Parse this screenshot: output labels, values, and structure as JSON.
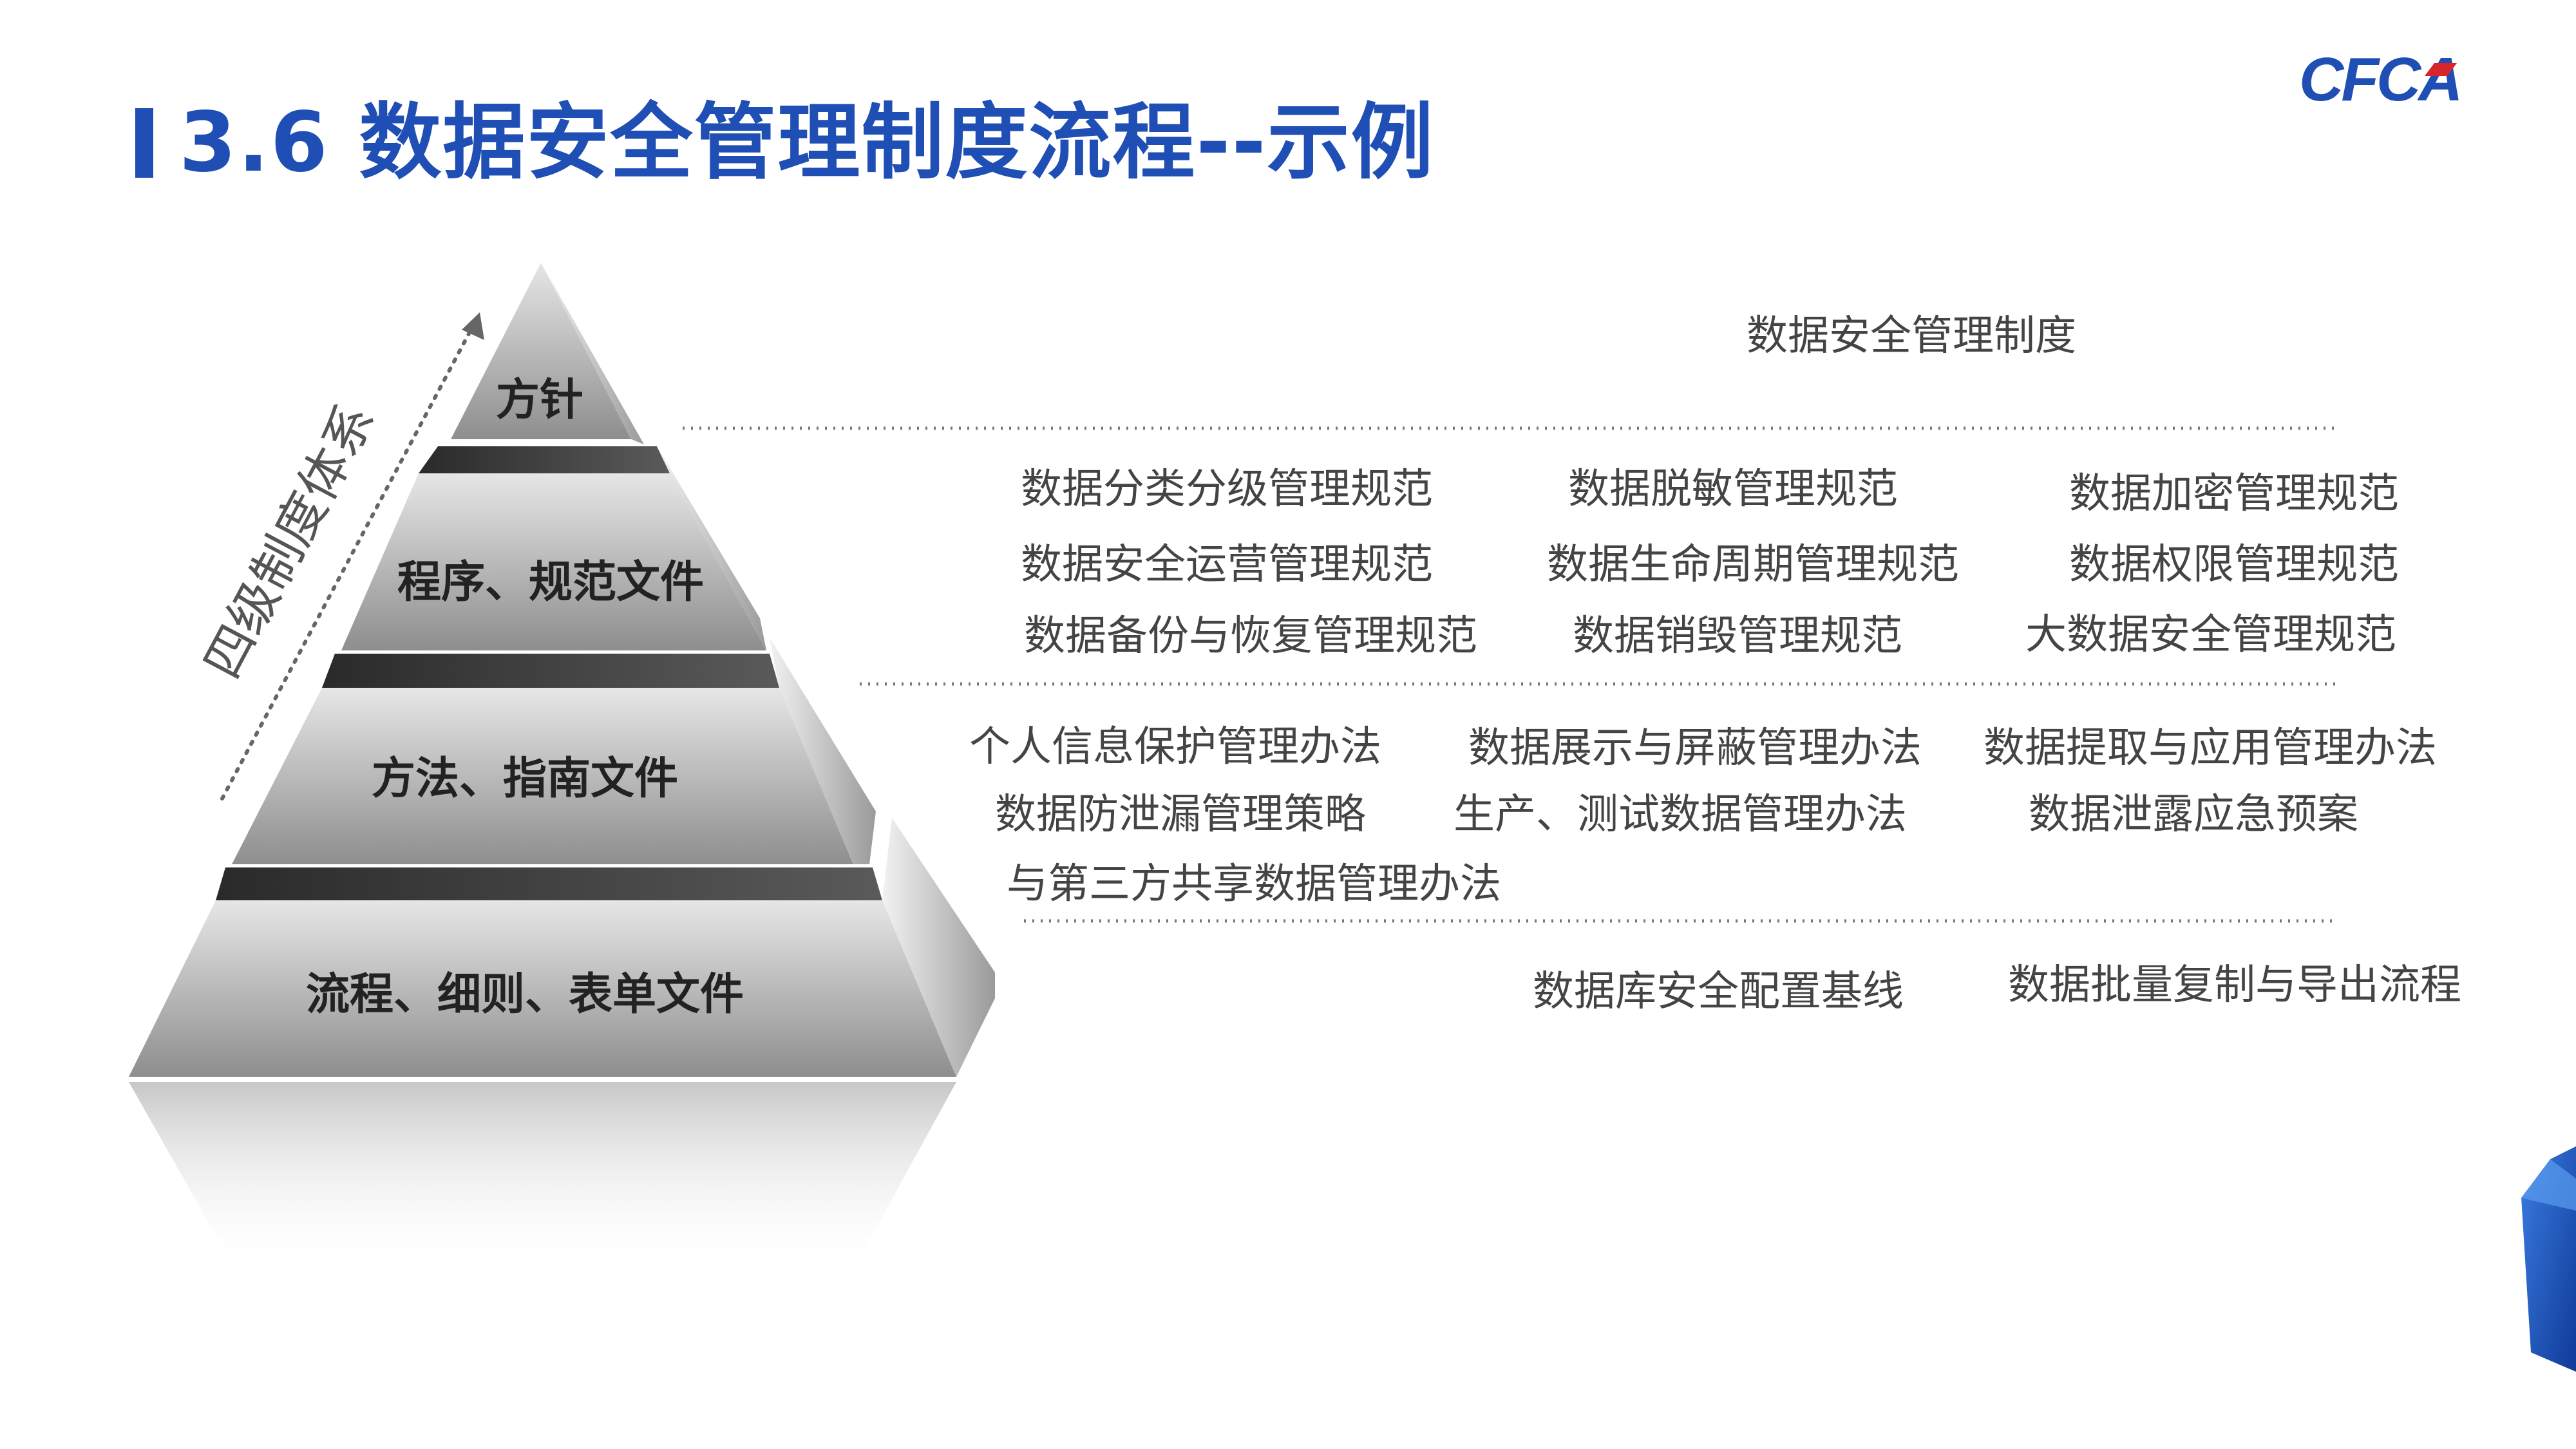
{
  "title": "3.6 数据安全管理制度流程--示例",
  "brand": {
    "logo_text": "CFCA",
    "accent": "#1f4fb5",
    "logo_red": "#d7262b"
  },
  "pyramid": {
    "axis_label": "四级制度体系",
    "levels": [
      {
        "label": "方针"
      },
      {
        "label": "程序、规范文件"
      },
      {
        "label": "方法、指南文件"
      },
      {
        "label": "流程、细则、表单文件"
      }
    ]
  },
  "documents": {
    "policy": [
      "数据安全管理制度"
    ],
    "procedures": [
      "数据分类分级管理规范",
      "数据脱敏管理规范",
      "数据加密管理规范",
      "数据安全运营管理规范",
      "数据生命周期管理规范",
      "数据权限管理规范",
      "数据备份与恢复管理规范",
      "数据销毁管理规范",
      "大数据安全管理规范"
    ],
    "methods": [
      "个人信息保护管理办法",
      "数据展示与屏蔽管理办法",
      "数据提取与应用管理办法",
      "数据防泄漏管理策略",
      "生产、测试数据管理办法",
      "数据泄露应急预案",
      "与第三方共享数据管理办法"
    ],
    "processes": [
      "数据库安全配置基线",
      "数据批量复制与导出流程"
    ]
  }
}
